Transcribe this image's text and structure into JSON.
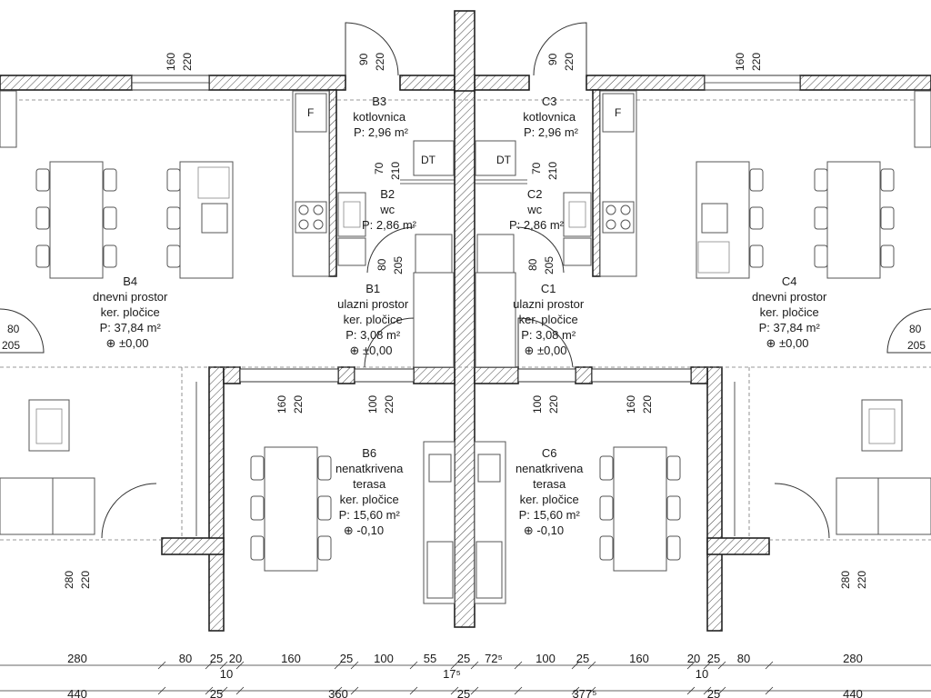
{
  "rooms": [
    {
      "id": "b3",
      "lines": [
        "B3",
        "kotlovnica",
        "P: 2,96 m²"
      ]
    },
    {
      "id": "c3",
      "lines": [
        "C3",
        "kotlovnica",
        "P: 2,96 m²"
      ]
    },
    {
      "id": "b2",
      "lines": [
        "B2",
        "wc",
        "P: 2,86 m²"
      ]
    },
    {
      "id": "c2",
      "lines": [
        "C2",
        "wc",
        "P: 2,86 m²"
      ]
    },
    {
      "id": "b4",
      "lines": [
        "B4",
        "dnevni prostor",
        "ker. pločice",
        "P: 37,84 m²",
        "⊕ ±0,00"
      ]
    },
    {
      "id": "c4",
      "lines": [
        "C4",
        "dnevni prostor",
        "ker. pločice",
        "P: 37,84 m²",
        "⊕ ±0,00"
      ]
    },
    {
      "id": "b1",
      "lines": [
        "B1",
        "ulazni prostor",
        "ker. pločice",
        "P: 3,08 m²",
        "⊕ ±0,00"
      ]
    },
    {
      "id": "c1",
      "lines": [
        "C1",
        "ulazni prostor",
        "ker. pločice",
        "P: 3,08 m²",
        "⊕ ±0,00"
      ]
    },
    {
      "id": "b6",
      "lines": [
        "B6",
        "nenatkrivena",
        "terasa",
        "ker. pločice",
        "P: 15,60 m²",
        "⊕ -0,10"
      ]
    },
    {
      "id": "c6",
      "lines": [
        "C6",
        "nenatkrivena",
        "terasa",
        "ker. pločice",
        "P: 15,60 m²",
        "⊕ -0,10"
      ]
    }
  ],
  "symbols": {
    "dt": "DT",
    "fridge": "F"
  },
  "opening_dims": {
    "w160_220": [
      "160",
      "220"
    ],
    "d90_220": [
      "90",
      "220"
    ],
    "d70_210": [
      "70",
      "210"
    ],
    "d80_205": [
      "80",
      "205"
    ],
    "d100_220": [
      "100",
      "220"
    ],
    "w280_220": [
      "280",
      "220"
    ],
    "side_80": "80",
    "side_205": "205"
  },
  "dim_row_1": [
    "280",
    "80",
    "25",
    "20",
    "160",
    "25",
    "100",
    "55",
    "25",
    "72⁵",
    "100",
    "25",
    "160",
    "20",
    "25",
    "80",
    "280"
  ],
  "dim_row_1_sub": [
    "10",
    "17⁵",
    "10"
  ],
  "dim_row_2": [
    "440",
    "25",
    "360",
    "25",
    "377⁵",
    "25",
    "440"
  ]
}
